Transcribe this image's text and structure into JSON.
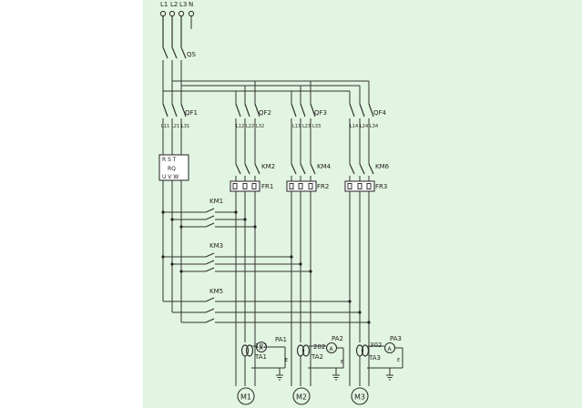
{
  "supply": {
    "phases": [
      "L1",
      "L2",
      "L3",
      "N"
    ]
  },
  "main_switch": {
    "label": "QS"
  },
  "breakers": [
    {
      "label": "QF1",
      "terminals": [
        "L11",
        "L21",
        "L31"
      ]
    },
    {
      "label": "QF2",
      "terminals": [
        "L12",
        "L22",
        "L32"
      ]
    },
    {
      "label": "QF3",
      "terminals": [
        "L13",
        "L23",
        "L33"
      ]
    },
    {
      "label": "QF4",
      "terminals": [
        "L14",
        "L24",
        "L34"
      ]
    }
  ],
  "soft_starter": {
    "line1": "R S T",
    "line2": "RQ",
    "line3": "U V W"
  },
  "bypass_contactors": [
    "KM2",
    "KM4",
    "KM6"
  ],
  "thermal_relays": [
    "FR1",
    "FR2",
    "FR3"
  ],
  "start_contactors": [
    "KM1",
    "KM3",
    "KM5"
  ],
  "current_meters": [
    {
      "meter": "PA1",
      "code": "102",
      "transformer": "TA1"
    },
    {
      "meter": "PA2",
      "code": "202",
      "transformer": "TA2"
    },
    {
      "meter": "PA3",
      "code": "302",
      "transformer": "TA3"
    }
  ],
  "meter_symbol": "A",
  "ground_label": "E",
  "motors": [
    "M1",
    "M2",
    "M3"
  ],
  "colors": {
    "panel": "#e2f4e2",
    "wire": "#333333"
  }
}
